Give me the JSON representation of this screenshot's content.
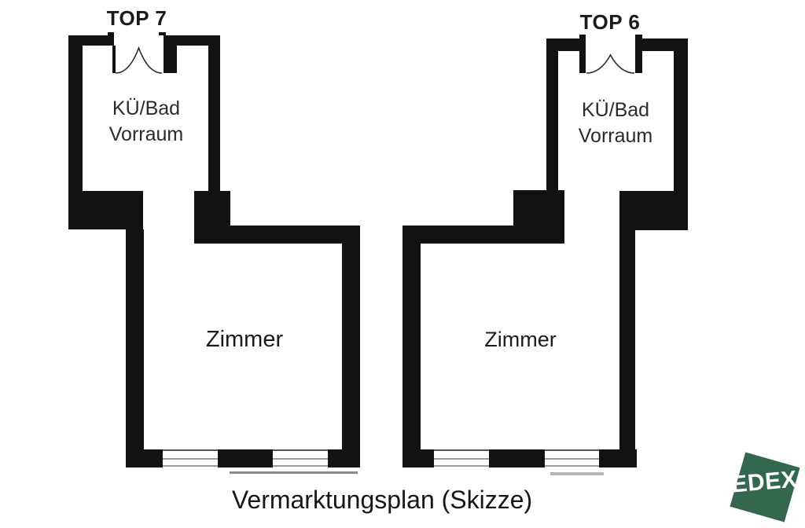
{
  "title": "Vermarktungsplan (Skizze)",
  "units": [
    {
      "label": "TOP 7",
      "entry_room": {
        "line1": "KÜ/Bad",
        "line2": "Vorraum"
      },
      "main_room": "Zimmer",
      "features": {
        "door": "double-swing-door",
        "windows": 2
      }
    },
    {
      "label": "TOP 6",
      "entry_room": {
        "line1": "KÜ/Bad",
        "line2": "Vorraum"
      },
      "main_room": "Zimmer",
      "features": {
        "door": "double-swing-door",
        "windows": 2
      }
    }
  ],
  "logo": {
    "text": "EDEX"
  },
  "colors": {
    "background": "#ffffff",
    "wall": "#121212",
    "text": "#1a1a1a",
    "arc": "#2a2a2a",
    "window_line": "#9c9c9c",
    "window_edge": "#555555",
    "logo_green": "#33684F"
  }
}
